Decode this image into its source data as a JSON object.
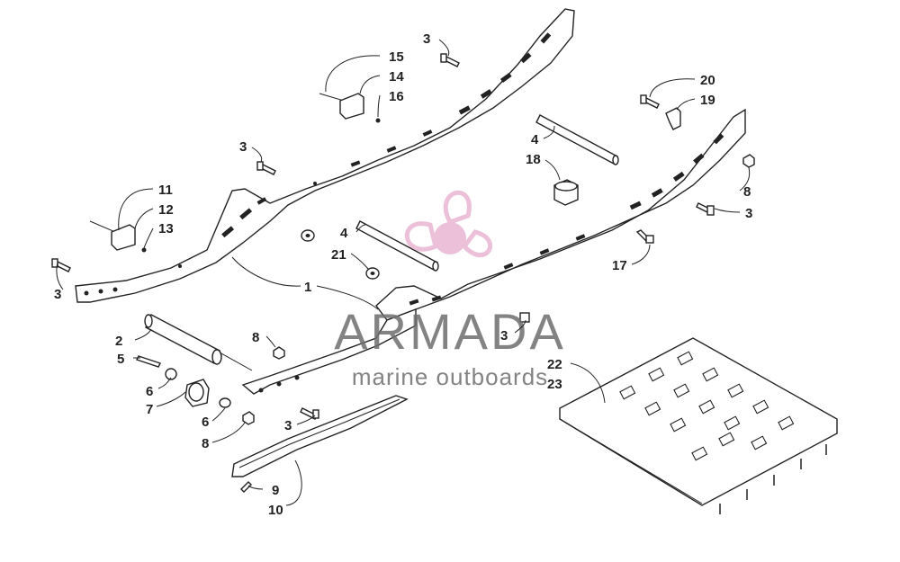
{
  "watermark": {
    "brand": "ARMADA",
    "tagline": "marine outboards",
    "brand_color": "#6e6e6e",
    "logo_color": "#e3a6c8"
  },
  "callouts": [
    "1",
    "2",
    "3",
    "3",
    "3",
    "3",
    "3",
    "3",
    "4",
    "4",
    "5",
    "6",
    "6",
    "7",
    "8",
    "8",
    "8",
    "9",
    "10",
    "11",
    "12",
    "13",
    "14",
    "15",
    "16",
    "17",
    "18",
    "19",
    "20",
    "21",
    "22",
    "23"
  ]
}
